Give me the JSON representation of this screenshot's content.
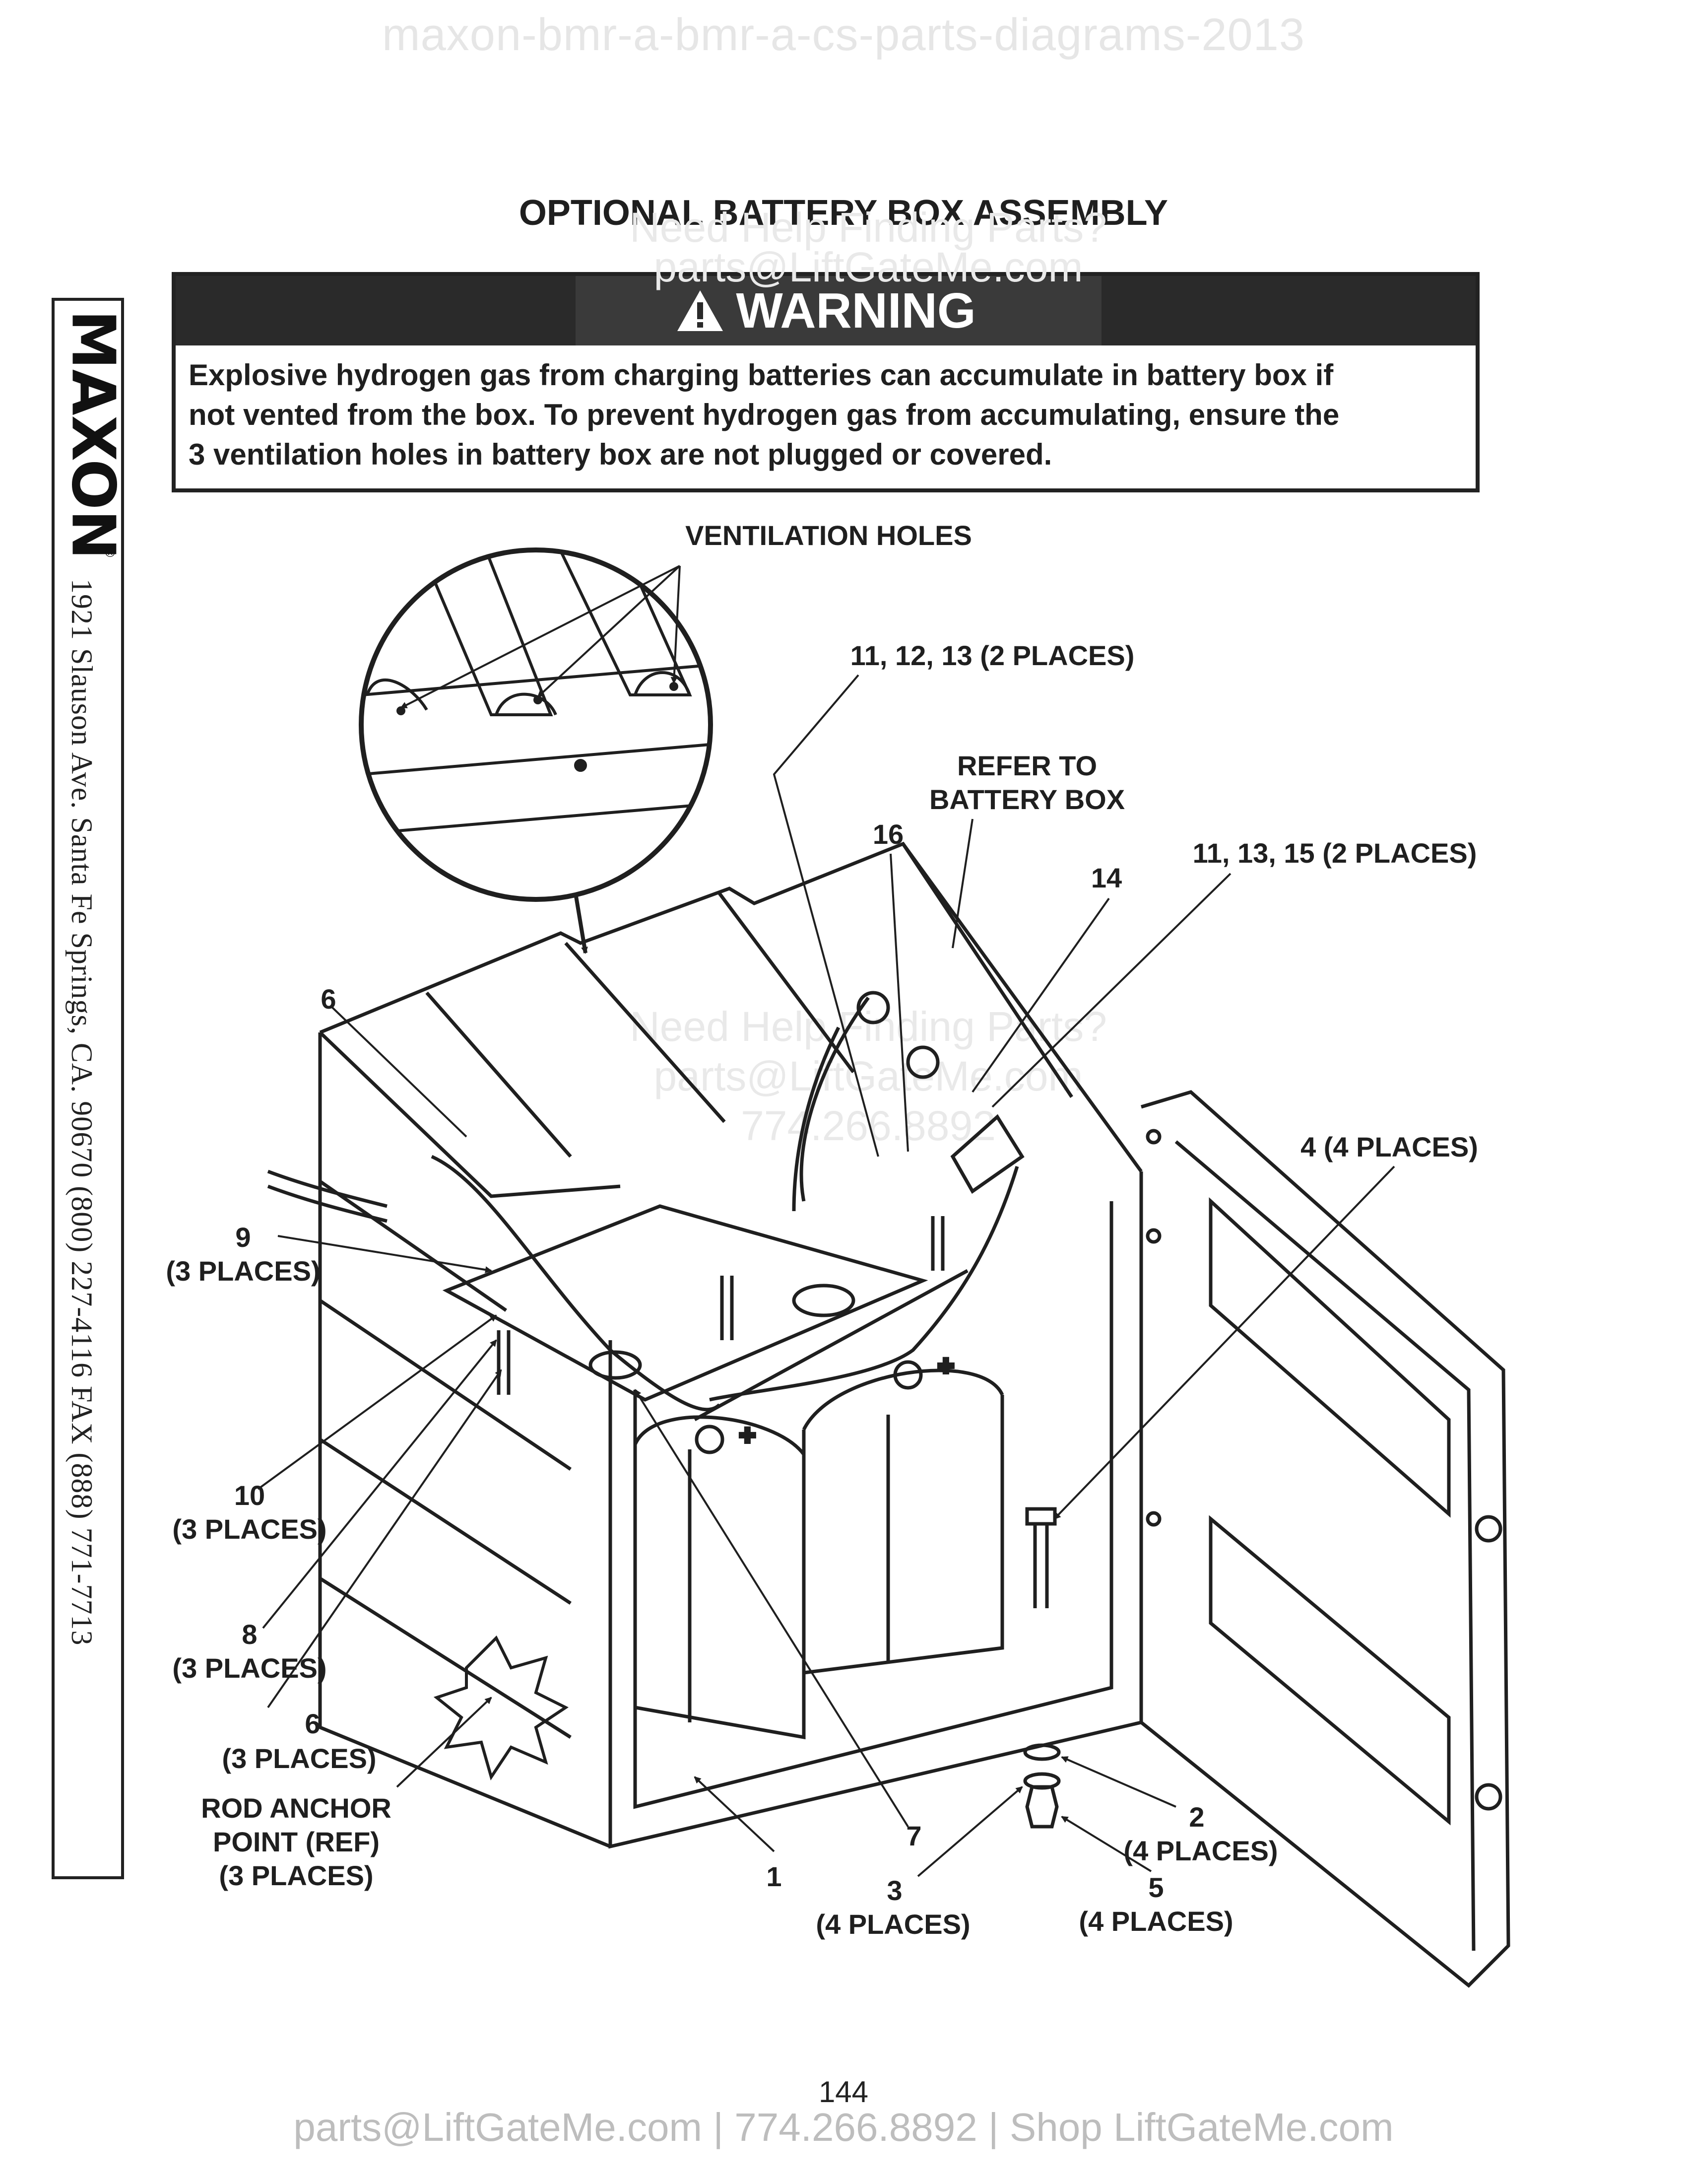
{
  "watermark_top": "maxon-bmr-a-bmr-a-cs-parts-diagrams-2013",
  "title": "OPTIONAL BATTERY BOX ASSEMBLY",
  "warning": {
    "heading": "WARNING",
    "lines": [
      "Explosive hydrogen gas from charging batteries can accumulate in battery box if",
      "not vented from the box. To prevent hydrogen gas from accumulating, ensure the",
      "3 ventilation holes in battery box are not plugged or covered."
    ]
  },
  "watermark_center": [
    "Need Help Finding Parts?",
    "parts@LiftGateMe.com",
    "774.266.8892"
  ],
  "sidebar": {
    "brand": "MAXON",
    "registered": "®",
    "address": "1921 Slauson Ave.  Santa Fe Springs, CA.  90670  (800) 227-4116  FAX (888) 771-7713"
  },
  "callouts": {
    "ventilation_holes": "VENTILATION HOLES",
    "c11_12_13": "11, 12, 13 (2 PLACES)",
    "refer_1": "REFER TO",
    "refer_2": "BATTERY BOX",
    "c16": "16",
    "c14": "14",
    "c11_13_15": "11, 13, 15 (2 PLACES)",
    "c6_top": "6",
    "c4": "4 (4 PLACES)",
    "c9": "9",
    "c9_places": "(3 PLACES)",
    "c10": "10",
    "c10_places": "(3 PLACES)",
    "c8": "8",
    "c8_places": "(3 PLACES)",
    "c6": "6",
    "c6_places": "(3 PLACES)",
    "rod_1": "ROD ANCHOR",
    "rod_2": "POINT (REF)",
    "rod_3": "(3 PLACES)",
    "c1": "1",
    "c7": "7",
    "c3": "3",
    "c3_places": "(4 PLACES)",
    "c2": "2",
    "c2_places": "(4 PLACES)",
    "c5": "5",
    "c5_places": "(4 PLACES)",
    "plus": "+"
  },
  "page_number": "144",
  "footer": "parts@LiftGateMe.com | 774.266.8892 | Shop LiftGateMe.com"
}
